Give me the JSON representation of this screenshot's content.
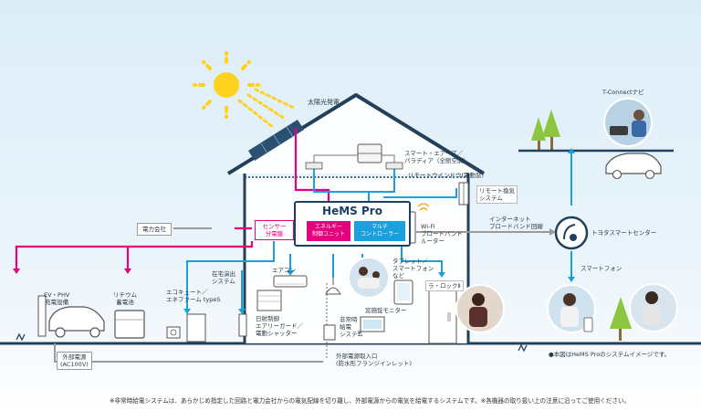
{
  "hems": {
    "title": "HeMS Pro",
    "sensor_unit": "センサー\n分電盤",
    "energy_unit": "エネルギー\n制御ユニット",
    "multi_controller": "マルチ\nコントローラー"
  },
  "labels": {
    "solar": "太陽光発電",
    "aircon_central": "スマート・エアーズ／\nパラディア（全館空調）",
    "remote_window": "リモートウインドウ(電動窓)",
    "remote_vent": "リモート換気\nシステム",
    "power_company": "電力会社",
    "wifi_router": "Wi-Fi\nブロードバンド\nルーター",
    "internet": "インターネット\nブロードバンド回線",
    "toyota_center": "トヨタスマートセンター",
    "tconnect": "T-Connectナビ",
    "smartphone": "スマートフォン",
    "tablet": "タブレット／\nスマートフォン\nなど",
    "rarock": "ラ・ロックⅡ",
    "window_monitor": "窓施錠モニター",
    "emergency": "非常時\n給電\nシステム",
    "emergency_mark": "※",
    "aircon": "エアコン",
    "lighting": "在宅演出\nシステム",
    "shutter": "日射制御\nエアリーガード／\n電動シャッター",
    "ecocute": "エコキュート／\nエネファーム typeS",
    "ev": "EV・PHV\n充電設備",
    "battery": "リチウム\n蓄電池",
    "external_power": "外部電源\n(AC100V)",
    "external_inlet": "外部電源取入口\n(防水形フランジインレット)",
    "image_note": "●本図はHeMS Proのシステムイメージです。"
  },
  "footnote": "※非常時給電システムは、あらかじめ指定した回路と電力会社からの電気配線を切り離し、外部電源からの電気を給電するシステムです。※各機器の取り扱い上の注意に沿ってご使用ください。",
  "colors": {
    "power_line": "#e6007e",
    "data_line": "#1aa0dc",
    "internet_line": "#9a9a9a",
    "house_outline": "#23405a",
    "hems_header": "#1d3f61",
    "energy_box": "#e6007e",
    "multi_box": "#1aa0dc"
  }
}
